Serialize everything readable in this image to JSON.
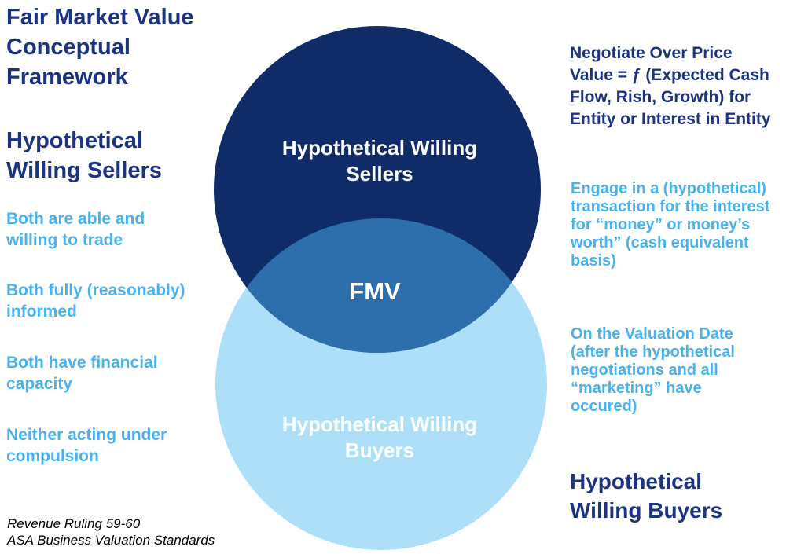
{
  "colors": {
    "heading_navy": "#1b3380",
    "light_blue_text": "#47b2f0",
    "footnote_black": "#000000",
    "sellers_circle": "#102c68",
    "buyers_circle": "#aedff9",
    "overlap_region": "#2d6fad",
    "circle_label_white": "#ffffff"
  },
  "left_column": {
    "title": "Fair Market Value\nConceptual\nFramework",
    "sellers_heading": "Hypothetical\nWilling Sellers",
    "bullets": [
      "Both are able and\nwilling to trade",
      "Both fully (reasonably)\ninformed",
      "Both have financial\ncapacity",
      "Neither acting under\ncompulsion"
    ],
    "footnotes": "Revenue Ruling 59-60\nASA Business Valuation Standards"
  },
  "right_column": {
    "negotiate_note": "Negotiate Over Price\nValue = ƒ (Expected Cash\nFlow, Rish, Growth) for\nEntity or Interest in Entity",
    "engage_note": "Engage in a (hypothetical)\ntransaction for the interest\nfor “money” or money’s\nworth” (cash equivalent\nbasis)",
    "valuation_note": "On the Valuation Date\n(after the hypothetical\nnegotiations and all\n“marketing” have\noccured)",
    "buyers_heading": "Hypothetical\nWilling Buyers"
  },
  "venn": {
    "sellers_label": "Hypothetical Willing\nSellers",
    "overlap_label": "FMV",
    "buyers_label": "Hypothetical Willing\nBuyers"
  }
}
